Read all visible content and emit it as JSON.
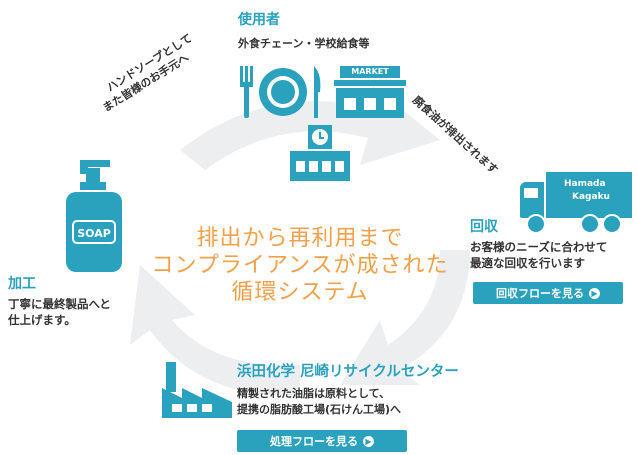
{
  "center": {
    "line1": "排出から再利用まで",
    "line2": "コンプライアンスが成された",
    "line3": "循環システム"
  },
  "user": {
    "title": "使用者",
    "desc": "外食チェーン・学校給食等",
    "market_sign": "MARKET"
  },
  "arc_top_left": {
    "line1": "ハンドソープとして",
    "line2": "また皆様のお手元へ"
  },
  "arc_top_right": {
    "text": "廃食油が排出されます"
  },
  "collect": {
    "title": "回収",
    "line1": "お客様のニーズに合わせて",
    "line2": "最適な回収を行います",
    "button": "回収フローを見る",
    "truck_line1": "Hamada",
    "truck_line2": "Kagaku"
  },
  "process": {
    "title": "加工",
    "line1": "丁寧に最終製品へと",
    "line2": "仕上げます。",
    "soap_label": "SOAP"
  },
  "factory": {
    "title": "浜田化学 尼崎リサイクルセンター",
    "line1": "精製された油脂は原料として、",
    "line2": "提携の脂肪酸工場(石けん工場)へ",
    "button": "処理フローを見る"
  },
  "colors": {
    "accent": "#2aa1bd",
    "center_text": "#f2a14b",
    "cycle_arrow": "#e9ebed"
  }
}
